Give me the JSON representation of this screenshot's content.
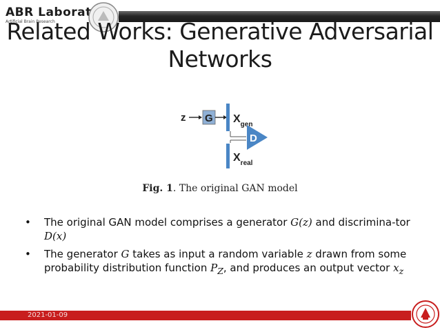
{
  "header": {
    "lab_name": "ABR Laboratory",
    "lab_subtitle": "Artificial Brain Research"
  },
  "slide": {
    "title_line1": "Related Works: Generative Adversarial",
    "title_line2": "Networks"
  },
  "figure": {
    "labels": {
      "z": "z",
      "g": "G",
      "x": "X",
      "gen": "gen",
      "d": "D",
      "real": "real"
    },
    "caption_prefix": "Fig. 1",
    "caption_text": ". The original GAN model",
    "colors": {
      "generator_box": "#8fb0d6",
      "block": "#4a86c5",
      "discriminator": "#4a86c5"
    }
  },
  "bullets": [
    {
      "dot": "•",
      "p1": "The original GAN model comprises a generator ",
      "m1": "G(z)",
      "p2": " and discrimina-tor ",
      "m2": "D(x)",
      "p3": ""
    },
    {
      "dot": "•",
      "p1": "The generator ",
      "m1": "G",
      "p2": " takes as input a random variable ",
      "m2": "z",
      "p3": " drawn from some probability distribution function ",
      "m3": "P",
      "m3sub": "Z",
      "p4": ", and produces an output vector ",
      "m4": "x",
      "m4sub": "z"
    }
  ],
  "footer": {
    "date": "2021-01-09",
    "bar_color": "#c81e1e"
  }
}
